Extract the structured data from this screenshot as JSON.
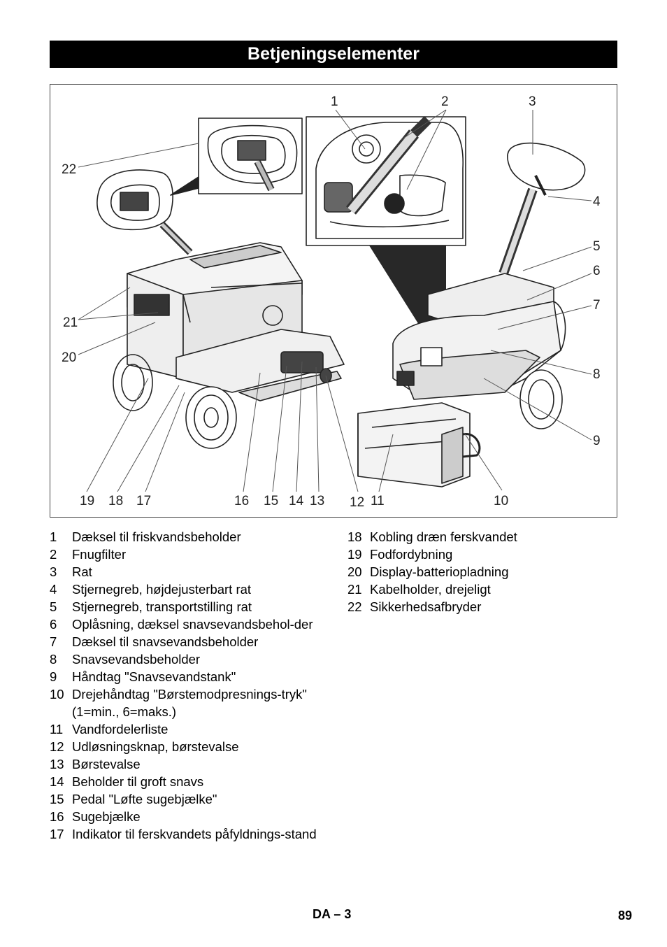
{
  "title": "Betjeningselementer",
  "callouts": {
    "c1": "1",
    "c2": "2",
    "c3": "3",
    "c4": "4",
    "c5": "5",
    "c6": "6",
    "c7": "7",
    "c8": "8",
    "c9": "9",
    "c10": "10",
    "c11": "11",
    "c12": "12",
    "c13": "13",
    "c14": "14",
    "c15": "15",
    "c16": "16",
    "c17": "17",
    "c18": "18",
    "c19": "19",
    "c20": "20",
    "c21": "21",
    "c22": "22"
  },
  "legend_left": [
    {
      "num": "1",
      "text": "Dæksel til friskvandsbeholder"
    },
    {
      "num": "2",
      "text": "Fnugfilter"
    },
    {
      "num": "3",
      "text": "Rat"
    },
    {
      "num": "4",
      "text": "Stjernegreb, højdejusterbart rat"
    },
    {
      "num": "5",
      "text": "Stjernegreb, transportstilling rat"
    },
    {
      "num": "6",
      "text": "Oplåsning, dæksel snavsevandsbehol-der"
    },
    {
      "num": "7",
      "text": "Dæksel til snavsevandsbeholder"
    },
    {
      "num": "8",
      "text": "Snavsevandsbeholder"
    },
    {
      "num": "9",
      "text": "Håndtag \"Snavsevandstank\""
    },
    {
      "num": "10",
      "text": "Drejehåndtag \"Børstemodpresnings-tryk\""
    },
    {
      "num": "",
      "text": "(1=min., 6=maks.)"
    },
    {
      "num": "11",
      "text": "Vandfordelerliste"
    },
    {
      "num": "12",
      "text": "Udløsningsknap, børstevalse"
    },
    {
      "num": "13",
      "text": "Børstevalse"
    },
    {
      "num": "14",
      "text": "Beholder til groft snavs"
    },
    {
      "num": "15",
      "text": "Pedal \"Løfte sugebjælke\""
    },
    {
      "num": "16",
      "text": "Sugebjælke"
    },
    {
      "num": "17",
      "text": "Indikator til ferskvandets påfyldnings-stand"
    }
  ],
  "legend_right": [
    {
      "num": "18",
      "text": "Kobling dræn ferskvandet"
    },
    {
      "num": "19",
      "text": "Fodfordybning"
    },
    {
      "num": "20",
      "text": "Display-batteriopladning"
    },
    {
      "num": "21",
      "text": "Kabelholder, drejeligt"
    },
    {
      "num": "22",
      "text": "Sikkerhedsafbryder"
    }
  ],
  "footer": {
    "code": "DA – 3",
    "page": "89"
  }
}
